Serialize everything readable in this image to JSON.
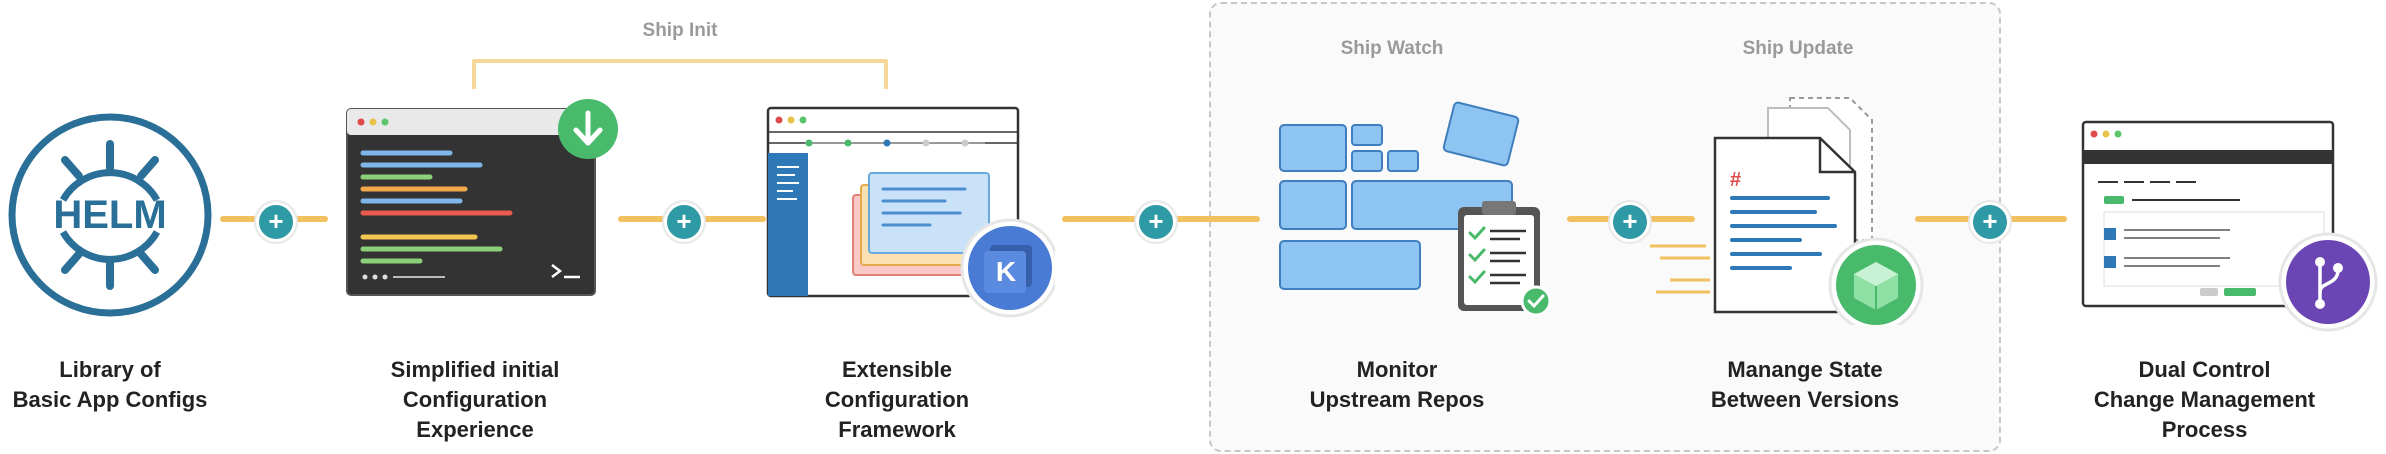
{
  "groups": {
    "init_label": "Ship Init",
    "watch_label": "Ship Watch",
    "update_label": "Ship Update"
  },
  "stages": [
    {
      "label": "Library of\nBasic App Configs"
    },
    {
      "label": "Simplified initial\nConfiguration\nExperience"
    },
    {
      "label": "Extensible\nConfiguration\nFramework"
    },
    {
      "label": "Monitor\nUpstream Repos"
    },
    {
      "label": "Manange State\nBetween Versions"
    },
    {
      "label": "Dual Control\nChange Management\nProcess"
    }
  ],
  "helm_logo_text": "HELM",
  "k_badge_text": "K",
  "plus_symbol": "+",
  "icons": {
    "download": "download-icon",
    "k": "k-badge-icon",
    "cube": "cube-icon",
    "git_branch": "git-branch-icon",
    "check": "check-icon"
  },
  "colors": {
    "accent_teal": "#2d9aa5",
    "connector_orange": "#f2c15f",
    "bracket_orange": "#f6d79a",
    "helm_blue": "#2a6f97",
    "green": "#49b96b",
    "purple": "#6a45b3",
    "k_blue": "#4a7bd4"
  }
}
